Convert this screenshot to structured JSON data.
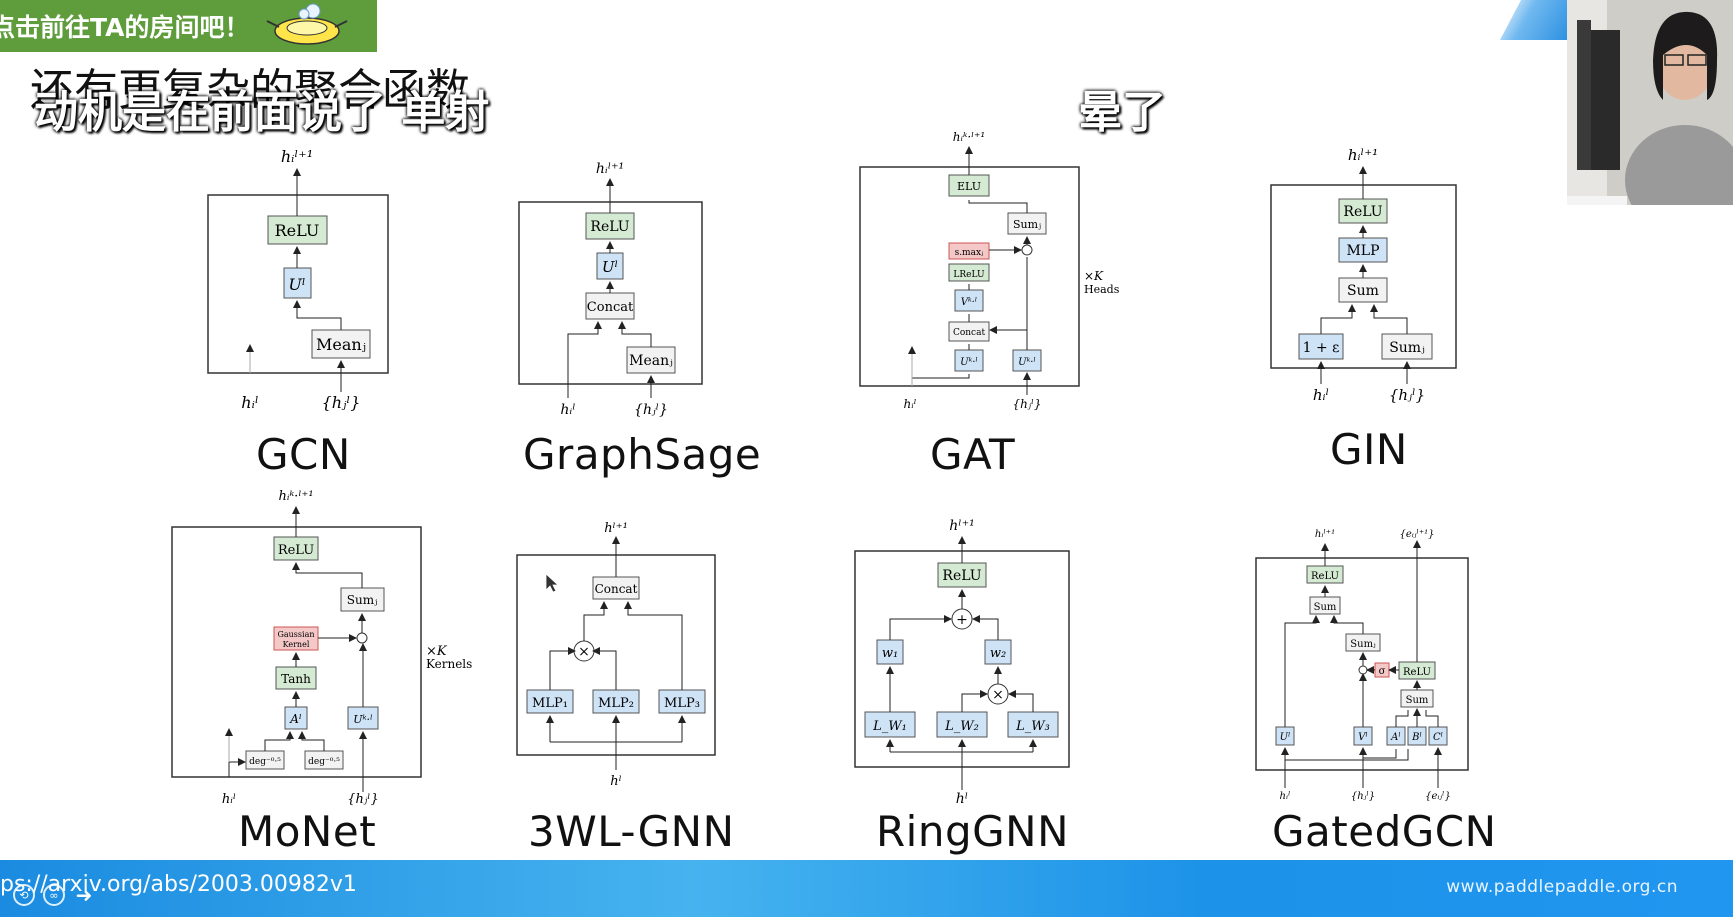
{
  "overlay": {
    "banner_text": "点击前往TA的房间吧！",
    "slide_title": "还有更复杂的聚合函数",
    "subtitle_left": "动机是在前面说了 单射",
    "subtitle_right": "晕了",
    "url_text": "ps://arxiv.org/abs/2003.00982v1",
    "site_text": "www.paddlepaddle.org.cn",
    "control_icons": [
      "rewind-icon",
      "loop-icon",
      "forward-arrow-icon"
    ]
  },
  "models": [
    {
      "name": "GCN"
    },
    {
      "name": "GraphSage"
    },
    {
      "name": "GAT"
    },
    {
      "name": "GIN"
    },
    {
      "name": "MoNet"
    },
    {
      "name": "3WL-GNN"
    },
    {
      "name": "RingGNN"
    },
    {
      "name": "GatedGCN"
    }
  ],
  "diagram_text": {
    "gcn": {
      "out": "hᵢˡ⁺¹",
      "relu": "ReLU",
      "u": "Uˡ",
      "mean": "Meanⱼ",
      "in1": "hᵢˡ",
      "in2": "{hⱼˡ}"
    },
    "graphsage": {
      "out": "hᵢˡ⁺¹",
      "relu": "ReLU",
      "u": "Uˡ",
      "concat": "Concat",
      "mean": "Meanⱼ",
      "in1": "hᵢˡ",
      "in2": "{hⱼˡ}"
    },
    "gat": {
      "out": "hᵢᵏ·ˡ⁺¹",
      "elu": "ELU",
      "sum": "Sumⱼ",
      "smax": "s.maxⱼ",
      "lrelu": "LReLU",
      "v": "Vᵏ·ˡ",
      "concat": "Concat",
      "u1": "Uᵏ·ˡ",
      "u2": "Uᵏ·ˡ",
      "in1": "hᵢˡ",
      "in2": "{hⱼˡ}",
      "heads1": "×K",
      "heads2": "Heads"
    },
    "gin": {
      "out": "hᵢˡ⁺¹",
      "relu": "ReLU",
      "mlp": "MLP",
      "sum": "Sum",
      "eps": "1 + ε",
      "sumj": "Sumⱼ",
      "in1": "hᵢˡ",
      "in2": "{hⱼˡ}"
    },
    "monet": {
      "out": "hᵢᵏ·ˡ⁺¹",
      "relu": "ReLU",
      "sum": "Sumⱼ",
      "gauss1": "Gaussian",
      "gauss2": "Kernel",
      "tanh": "Tanh",
      "a": "Aˡ",
      "u": "Uᵏ·ˡ",
      "deg1": "deg⁻⁰·⁵",
      "deg2": "deg⁻⁰·⁵",
      "in1": "hᵢˡ",
      "in2": "{hⱼˡ}",
      "k1": "×K",
      "k2": "Kernels"
    },
    "wl": {
      "out": "hˡ⁺¹",
      "concat": "Concat",
      "mlp1": "MLP₁",
      "mlp2": "MLP₂",
      "mlp3": "MLP₃",
      "in": "hˡ"
    },
    "ring": {
      "out": "hˡ⁺¹",
      "relu": "ReLU",
      "w1": "w₁",
      "w2": "w₂",
      "l1": "L_W₁",
      "l2": "L_W₂",
      "l3": "L_W₃",
      "in": "hˡ"
    },
    "gated": {
      "out1": "hᵢˡ⁺¹",
      "out2": "{eᵢⱼˡ⁺¹}",
      "relu1": "ReLU",
      "sum1": "Sum",
      "sumj": "Sumⱼ",
      "sigma": "σ",
      "relu2": "ReLU",
      "sum2": "Sum",
      "u": "Uˡ",
      "v": "Vˡ",
      "a": "Aˡ",
      "b": "Bˡ",
      "c": "Cˡ",
      "in1": "hᵢˡ",
      "in2": "{hⱼˡ}",
      "in3": "{eᵢⱼˡ}"
    }
  },
  "colors": {
    "green_box": "#d5ead2",
    "blue_box": "#cfe3f7",
    "red_box": "#f5c8c8",
    "banner": "#5e9c3c",
    "bar": "#2196f0"
  }
}
